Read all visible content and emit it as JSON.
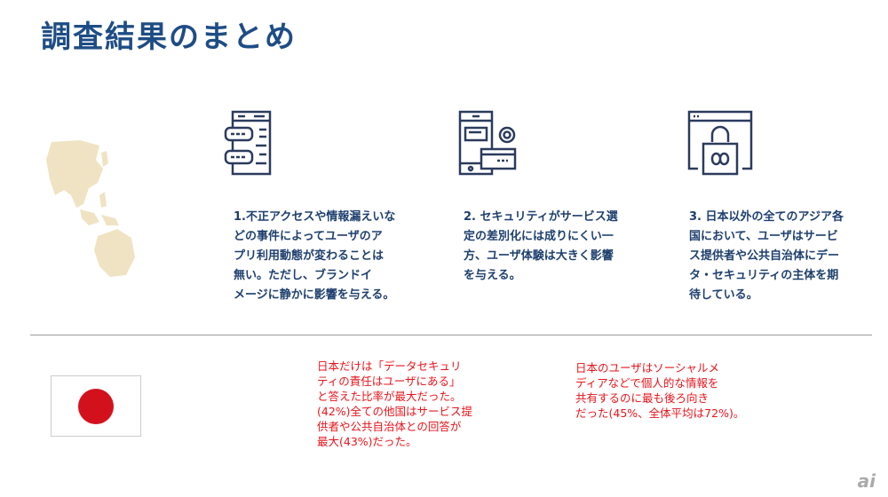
{
  "title": "調査結果のまとめ",
  "points": [
    {
      "lines": [
        "1.不正アクセスや情報漏えいな",
        "どの事件によってユーザのア",
        "プリ利用動態が変わることは",
        "無い。ただし、ブランドイ",
        "メージに静かに影響を与える。"
      ]
    },
    {
      "lines": [
        "2. セキュリティがサービス選",
        "定の差別化には成りにくい一",
        "方、ユーザ体験は大きく影響",
        "を与える。"
      ]
    },
    {
      "lines": [
        "3. 日本以外の全てのアジア各",
        "国において、ユーザはサービ",
        "ス提供者や公共自治体にデー",
        "タ・セキュリティの主体を期",
        "待している。"
      ]
    }
  ],
  "notes": [
    {
      "lines": [
        "日本だけは「データセキュリ",
        "ティの責任はユーザにある」",
        "と答えた比率が最大だった。",
        "(42%)全ての他国はサービス提",
        "供者や公共自治体との回答が",
        "最大(43%)だった。"
      ]
    },
    {
      "lines": [
        "日本のユーザはソーシャルメ",
        "ディアなどで個人的な情報を",
        "共有するのに最も後ろ向き",
        "だった(45%、全体平均は72%)。"
      ]
    }
  ],
  "logo": "ai",
  "colors": {
    "title": "#1e4d85",
    "icon": "#2b3b5e",
    "note": "#e8141c",
    "map": "#efe3c3",
    "flag": "#d3111d"
  }
}
